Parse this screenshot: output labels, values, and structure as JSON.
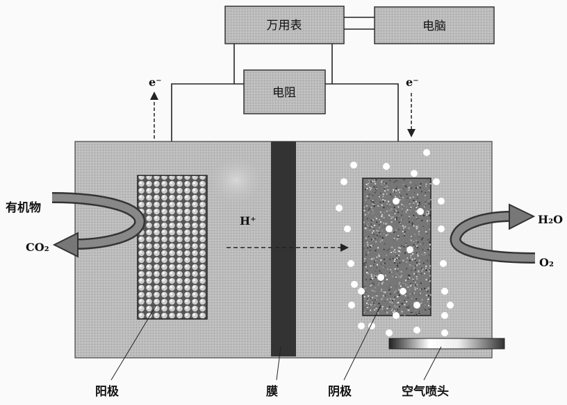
{
  "title": "微生物燃料电池示意图",
  "devices": {
    "multimeter": "万用表",
    "computer": "电脑",
    "resistor": "电阻"
  },
  "electron_left": "e⁻",
  "electron_right": "e⁻",
  "proton": "H⁺",
  "left_inputs": {
    "input": "有机物",
    "output": "CO₂"
  },
  "right_inputs": {
    "output": "H₂O",
    "input": "O₂"
  },
  "bottom_labels": {
    "anode": "阳极",
    "membrane": "膜",
    "cathode": "阴极",
    "air_nozzle": "空气喷头"
  },
  "colors": {
    "tank": "#b8b8b8",
    "box": "#bdbdbd",
    "membrane": "#333333"
  }
}
